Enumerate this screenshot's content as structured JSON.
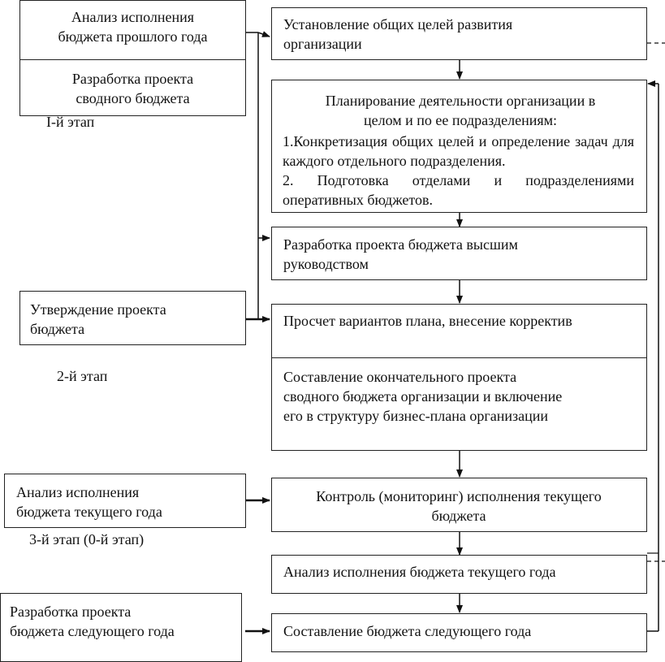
{
  "left": {
    "box1_top": "Анализ исполнения\nбюджета прошлого года",
    "box1_bottom": "Разработка проекта\nсводного бюджета",
    "stage1": "I-й этап",
    "box2": "Утверждение проекта\nбюджета",
    "stage2": "2-й этап",
    "box3": "Анализ исполнения\nбюджета текущего года",
    "stage3": "3-й этап (0-й этап)",
    "box4": "Разработка проекта\nбюджета следующего года"
  },
  "right": {
    "goals": "Установление общих целей развития\nорганизации",
    "planning_title": "Планирование деятельности организации в\nцелом и по ее подразделениям:",
    "planning_item1": "1.Конкретизация общих целей и определение задач для каждого отдельного подразделения.",
    "planning_item2": "2. Подготовка отделами и подразделениями оперативных бюджетов.",
    "draft_top": "Разработка проекта бюджета высшим\nруководством",
    "recalc": "Просчет вариантов плана, внесение корректив",
    "final": "Составление окончательного проекта\nсводного бюджета организации и включение\nего в структуру бизнес-плана организации",
    "control": "Контроль (мониторинг) исполнения текущего\nбюджета",
    "analysis": "Анализ исполнения бюджета текущего года",
    "next": "Составление бюджета следующего года"
  }
}
